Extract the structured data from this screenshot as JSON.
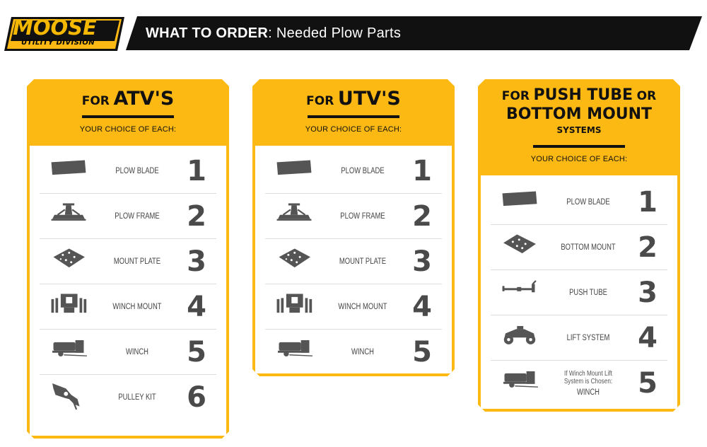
{
  "brand": {
    "logo_main": "MOOSE",
    "logo_sub": "UTILITY DIVISION",
    "colors": {
      "accent": "#FDB913",
      "dark": "#111111",
      "text": "#4A4A4A"
    }
  },
  "header": {
    "title_bold": "WHAT TO ORDER",
    "title_rest": ": Needed Plow Parts"
  },
  "cards": [
    {
      "for": "FOR",
      "title": "ATV'S",
      "choice": "YOUR CHOICE OF EACH:",
      "items": [
        {
          "icon": "plow-blade-icon",
          "label": "PLOW BLADE",
          "num": "1"
        },
        {
          "icon": "plow-frame-icon",
          "label": "PLOW FRAME",
          "num": "2"
        },
        {
          "icon": "mount-plate-icon",
          "label": "MOUNT PLATE",
          "num": "3"
        },
        {
          "icon": "winch-mount-icon",
          "label": "WINCH MOUNT",
          "num": "4"
        },
        {
          "icon": "winch-icon",
          "label": "WINCH",
          "num": "5"
        },
        {
          "icon": "pulley-kit-icon",
          "label": "PULLEY KIT",
          "num": "6"
        }
      ]
    },
    {
      "for": "FOR",
      "title": "UTV'S",
      "choice": "YOUR CHOICE OF EACH:",
      "items": [
        {
          "icon": "plow-blade-icon",
          "label": "PLOW BLADE",
          "num": "1"
        },
        {
          "icon": "plow-frame-icon",
          "label": "PLOW FRAME",
          "num": "2"
        },
        {
          "icon": "mount-plate-icon",
          "label": "MOUNT PLATE",
          "num": "3"
        },
        {
          "icon": "winch-mount-icon",
          "label": "WINCH MOUNT",
          "num": "4"
        },
        {
          "icon": "winch-icon",
          "label": "WINCH",
          "num": "5"
        }
      ]
    },
    {
      "for": "FOR",
      "title": "PUSH TUBE",
      "or": "OR",
      "title2": "BOTTOM MOUNT",
      "systems": "SYSTEMS",
      "choice": "YOUR CHOICE OF EACH:",
      "items": [
        {
          "icon": "plow-blade-icon",
          "label": "PLOW BLADE",
          "num": "1"
        },
        {
          "icon": "bottom-mount-icon",
          "label": "BOTTOM MOUNT",
          "num": "2"
        },
        {
          "icon": "push-tube-icon",
          "label": "PUSH TUBE",
          "num": "3"
        },
        {
          "icon": "atv-lift-icon",
          "label": "LIFT SYSTEM",
          "num": "4"
        },
        {
          "icon": "winch-icon",
          "note": "If Winch Mount Lift System is Chosen:",
          "label": "WINCH",
          "num": "5"
        }
      ]
    }
  ]
}
